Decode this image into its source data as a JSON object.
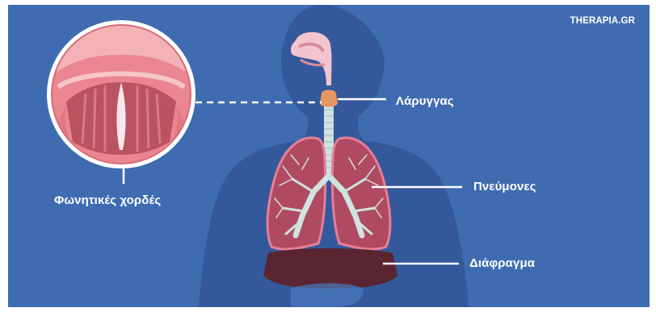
{
  "brand": "THERAPIA.GR",
  "labels": {
    "larynx": "Λάρυγγας",
    "lungs": "Πνεύμονες",
    "diaphragm": "Διάφραγμα",
    "vocal_cords": "Φωνητικές χορδές"
  },
  "colors": {
    "background": "#3f6cb1",
    "body_silhouette": "#34589c",
    "lung_fill": "#b04a63",
    "lung_outline": "#e57f97",
    "airway": "#cfe3df",
    "larynx": "#e6965f",
    "diaphragm": "#5b2431",
    "leader_line": "#ffffff"
  }
}
